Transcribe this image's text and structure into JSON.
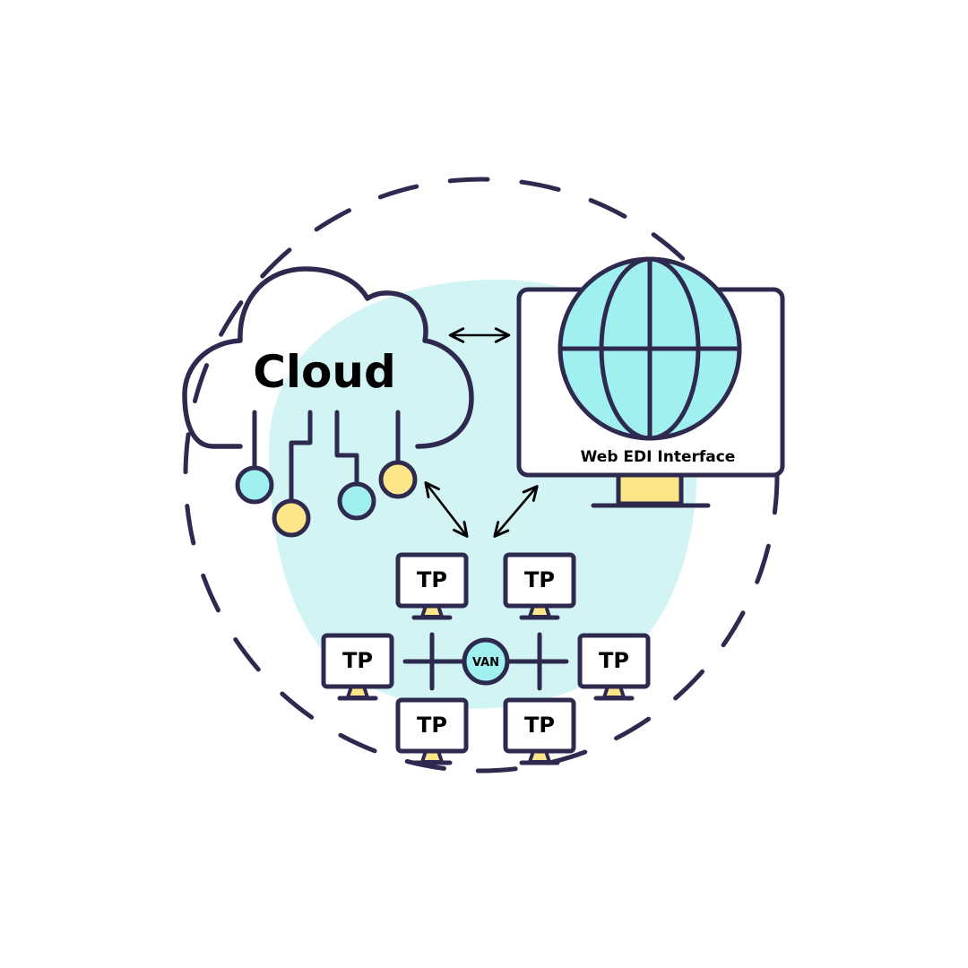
{
  "colors": {
    "outline": "#2e2a4f",
    "cyan": "#a0f0f0",
    "blob": "#d2f4f4",
    "yellow": "#fde58a",
    "white": "#ffffff",
    "text": "#000000"
  },
  "cloud": {
    "label": "Cloud",
    "icon": "cloud-icon"
  },
  "web_interface": {
    "label": "Web EDI Interface",
    "icon": "globe-icon"
  },
  "van": {
    "label": "VAN"
  },
  "partners": [
    {
      "label": "TP"
    },
    {
      "label": "TP"
    },
    {
      "label": "TP"
    },
    {
      "label": "TP"
    },
    {
      "label": "TP"
    },
    {
      "label": "TP"
    }
  ]
}
